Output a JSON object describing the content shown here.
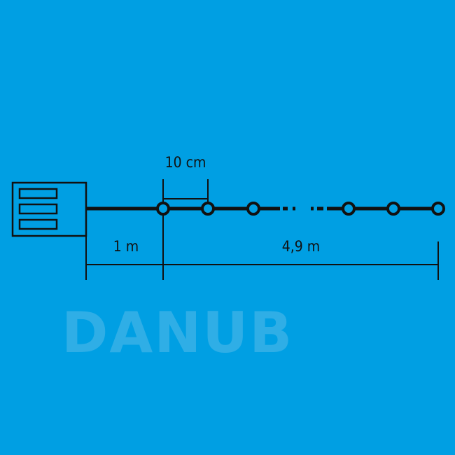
{
  "diagram": {
    "bulb_spacing_label": "10 cm",
    "lead_cable_label": "1 m",
    "lit_length_label": "4,9 m",
    "watermark": "DANUB",
    "colors": {
      "background": "#009fe3",
      "line": "#111111",
      "watermark": "#3fb3e8"
    }
  }
}
